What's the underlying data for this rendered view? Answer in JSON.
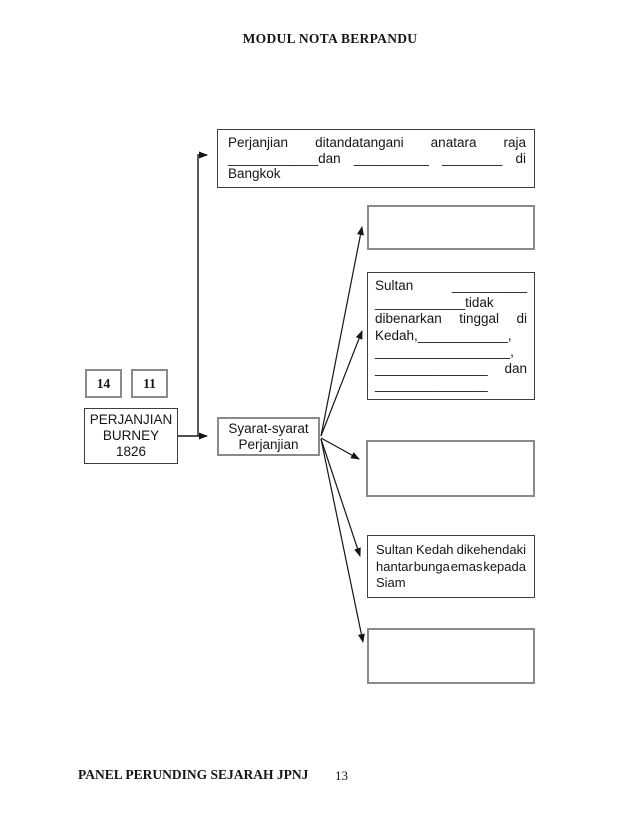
{
  "page": {
    "header": "MODUL NOTA BERPANDU",
    "footer": "PANEL PERUNDING SEJARAH JPNJ",
    "page_number": "13"
  },
  "diagram": {
    "top_box": {
      "lines": [
        "Perjanjian ditandatangani anatara raja",
        "____________dan __________ ________ di",
        "Bangkok"
      ]
    },
    "ref_boxes": [
      {
        "label": "14"
      },
      {
        "label": "11"
      }
    ],
    "main_box": {
      "lines": [
        "PERJANJIAN",
        "BURNEY",
        "1826"
      ]
    },
    "syarat_box": {
      "lines": [
        "Syarat-syarat",
        "Perjanjian"
      ]
    },
    "sultan_box": {
      "lines": [
        "Sultan __________",
        "____________tidak",
        "dibenarkan tinggal di",
        "Kedah,____________,",
        "__________________,",
        "_______________ dan",
        "_______________"
      ]
    },
    "kedah_box": {
      "lines": [
        "Sultan Kedah dikehendaki",
        "hantar bunga emas kepada",
        "Siam"
      ]
    }
  }
}
